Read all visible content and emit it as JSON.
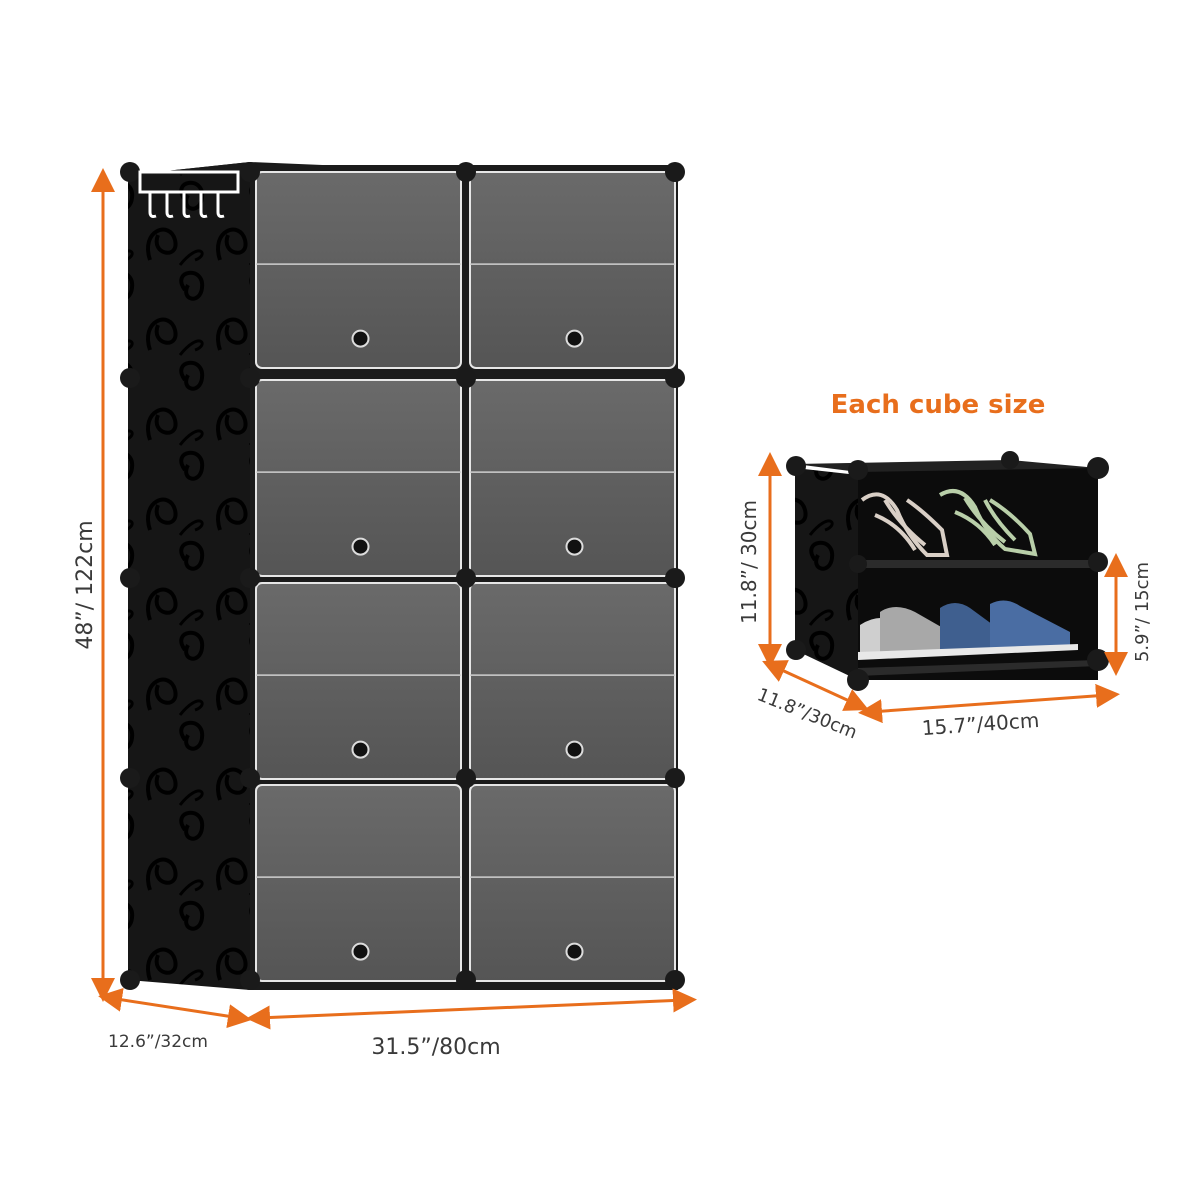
{
  "cabinet": {
    "height_label": "48”/ 122cm",
    "depth_label": "12.6”/32cm",
    "width_label": "31.5”/80cm"
  },
  "cube": {
    "title": "Each cube size",
    "height_label": "11.8”/ 30cm",
    "shelf_height_label": "5.9”/ 15cm",
    "depth_label": "11.8”/30cm",
    "width_label": "15.7”/40cm"
  },
  "colors": {
    "accent": "#e86e1c",
    "panel": "#5e5e5e",
    "frame": "#111111",
    "text": "#3a3a3a"
  }
}
